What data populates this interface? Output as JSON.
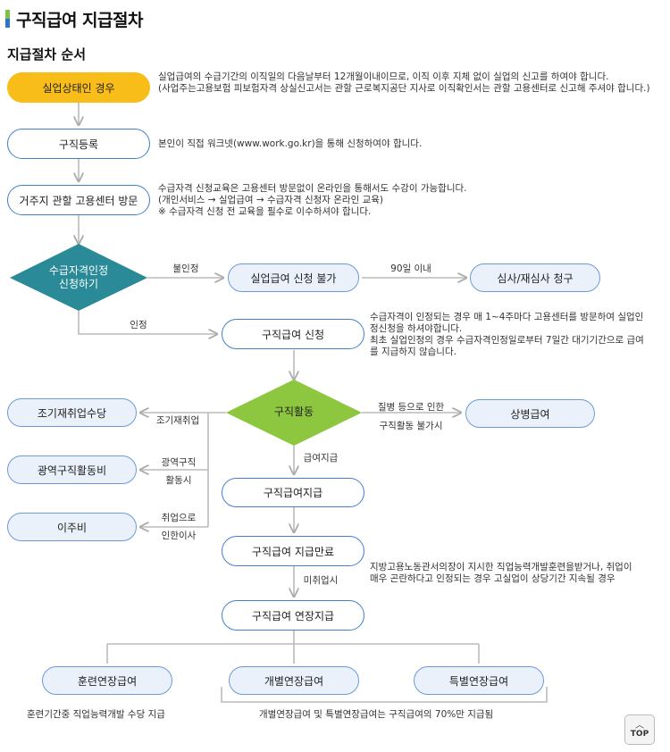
{
  "header": {
    "title": "구직급여 지급절차",
    "subtitle": "지급절차 순서"
  },
  "nodes": {
    "unemployed": "실업상태인 경우",
    "register": "구직등록",
    "visit_center": "거주지 관할 고용센터 방문",
    "eligibility": "수급자격인정\n신청하기",
    "not_eligible": "실업급여 신청 불가",
    "appeal": "심사/재심사 청구",
    "apply": "구직급여 신청",
    "job_search": "구직활동",
    "sickness": "상병급여",
    "early_reemployment": "조기재취업수당",
    "wide_area_job_search": "광역구직활동비",
    "relocation": "이주비",
    "payment": "구직급여지급",
    "payment_end": "구직급여 지급만료",
    "extension": "구직급여 연장지급",
    "training_ext": "훈련연장급여",
    "individual_ext": "개별연장급여",
    "special_ext": "특별연장급여"
  },
  "descriptions": {
    "unemployed": "실업급여의 수급기간의 이직일의 다음날부터 12개월이내이므로, 이직 이후 지체 없이 실업의 신고를 하여야 합니다.\n(사업주는고용보험 피보험자격 상실신고서는 관할 근로복지공단 지사로 이직확인서는 관할 고용센터로 신고해 주셔야 합니다.)",
    "register": "본인이 직접 워크넷(www.work.go.kr)을 통해 신청하여야 합니다.",
    "visit_center": "수급자격 신청교육은 고용센터 방문없이 온라인을 통해서도 수강이 가능합니다.\n(개인서비스 → 실업급여 → 수급자격 신청자 온라인 교육)\n※ 수급자격 신청 전 교육을 필수로 이수하셔야 합니다.",
    "apply": "수급자격이 인정되는 경우 매 1~4주마다 고용센터를 방문하여 실업인정신청을 하셔야합니다.\n최초 실업인정의 경우 수급자격인정일로부터 7일간 대기기간으로 급여를 지급하지 않습니다.",
    "extension": "지방고용노동관서의장이 지시한 직업능력개발훈련을받거나, 취업이 매우 곤란하다고 인정되는 경우 고실업이 상당기간 지속될 경우",
    "training_ext": "훈련기간중 직업능력개발 수당 지급",
    "individual_special": "개별연장급여 및 특별연장급여는 구직급여의 70%만 지급됨"
  },
  "edge_labels": {
    "not_approved": "불인정",
    "within_90": "90일 이내",
    "approved": "인정",
    "sickness": "질병 등으로 인한\n구직활동 불가시",
    "early_reemployment": "조기재취업",
    "wide_area": "광역구직\n활동시",
    "relocation": "취업으로\n인한이사",
    "payment": "급여지급",
    "unemployed": "미취업시"
  },
  "top_button": {
    "label": "TOP"
  },
  "colors": {
    "accent": "#3f7fc9",
    "yellow": "#f9bd1a",
    "diamond_teal": "#2a8a98",
    "diamond_green": "#8dc63f",
    "line": "#bbbbbb"
  }
}
